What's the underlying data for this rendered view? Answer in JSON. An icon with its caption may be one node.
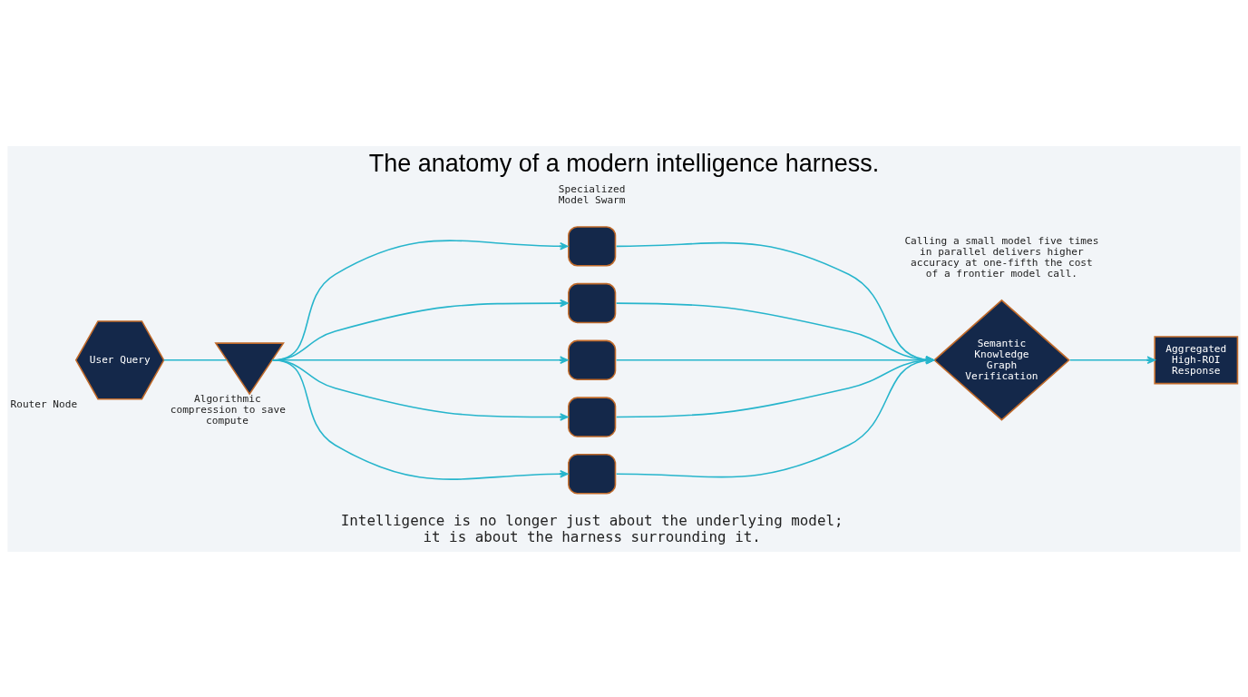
{
  "diagram": {
    "title": "The anatomy of a modern intelligence harness.",
    "caption": "Intelligence is no longer just about the underlying model; it is about the harness surrounding it.",
    "nodes": [
      {
        "text": [
          "User Query"
        ],
        "beside": [
          "Router Node"
        ]
      },
      {
        "text": [],
        "shape": "hourglass",
        "beside": [
          "Algorithmic compression to save compute"
        ]
      },
      {
        "text": [],
        "shape": "chip"
      },
      {
        "text": [],
        "shape": "chip"
      },
      {
        "text": [],
        "shape": "chip"
      },
      {
        "text": [],
        "shape": "chip"
      },
      {
        "text": [],
        "shape": "chip"
      },
      {
        "text": [
          "Semantic Knowledge Graph Verification"
        ]
      },
      {
        "text": [
          "Aggregated High-ROI Response"
        ]
      }
    ],
    "edges": [
      {
        "from": 0,
        "to": 1,
        "arrow": "none"
      },
      {
        "from": 1,
        "to": 2,
        "arrow": "to"
      },
      {
        "from": 1,
        "to": 3,
        "arrow": "to"
      },
      {
        "from": 1,
        "to": 4,
        "arrow": "to"
      },
      {
        "from": 1,
        "to": 5,
        "arrow": "to"
      },
      {
        "from": 1,
        "to": 6,
        "arrow": "to"
      },
      {
        "from": 2,
        "to": 7,
        "arrow": "to"
      },
      {
        "from": 3,
        "to": 7,
        "arrow": "to"
      },
      {
        "from": 4,
        "to": 7,
        "arrow": "to"
      },
      {
        "from": 5,
        "to": 7,
        "arrow": "to"
      },
      {
        "from": 6,
        "to": 7,
        "arrow": "to"
      },
      {
        "from": 7,
        "to": 8,
        "arrow": "to"
      }
    ],
    "labels": [
      "Specialized Model Swarm",
      "Calling a small model five times in parallel delivers higher accuracy at one-fifth the cost of a frontier model call."
    ]
  }
}
